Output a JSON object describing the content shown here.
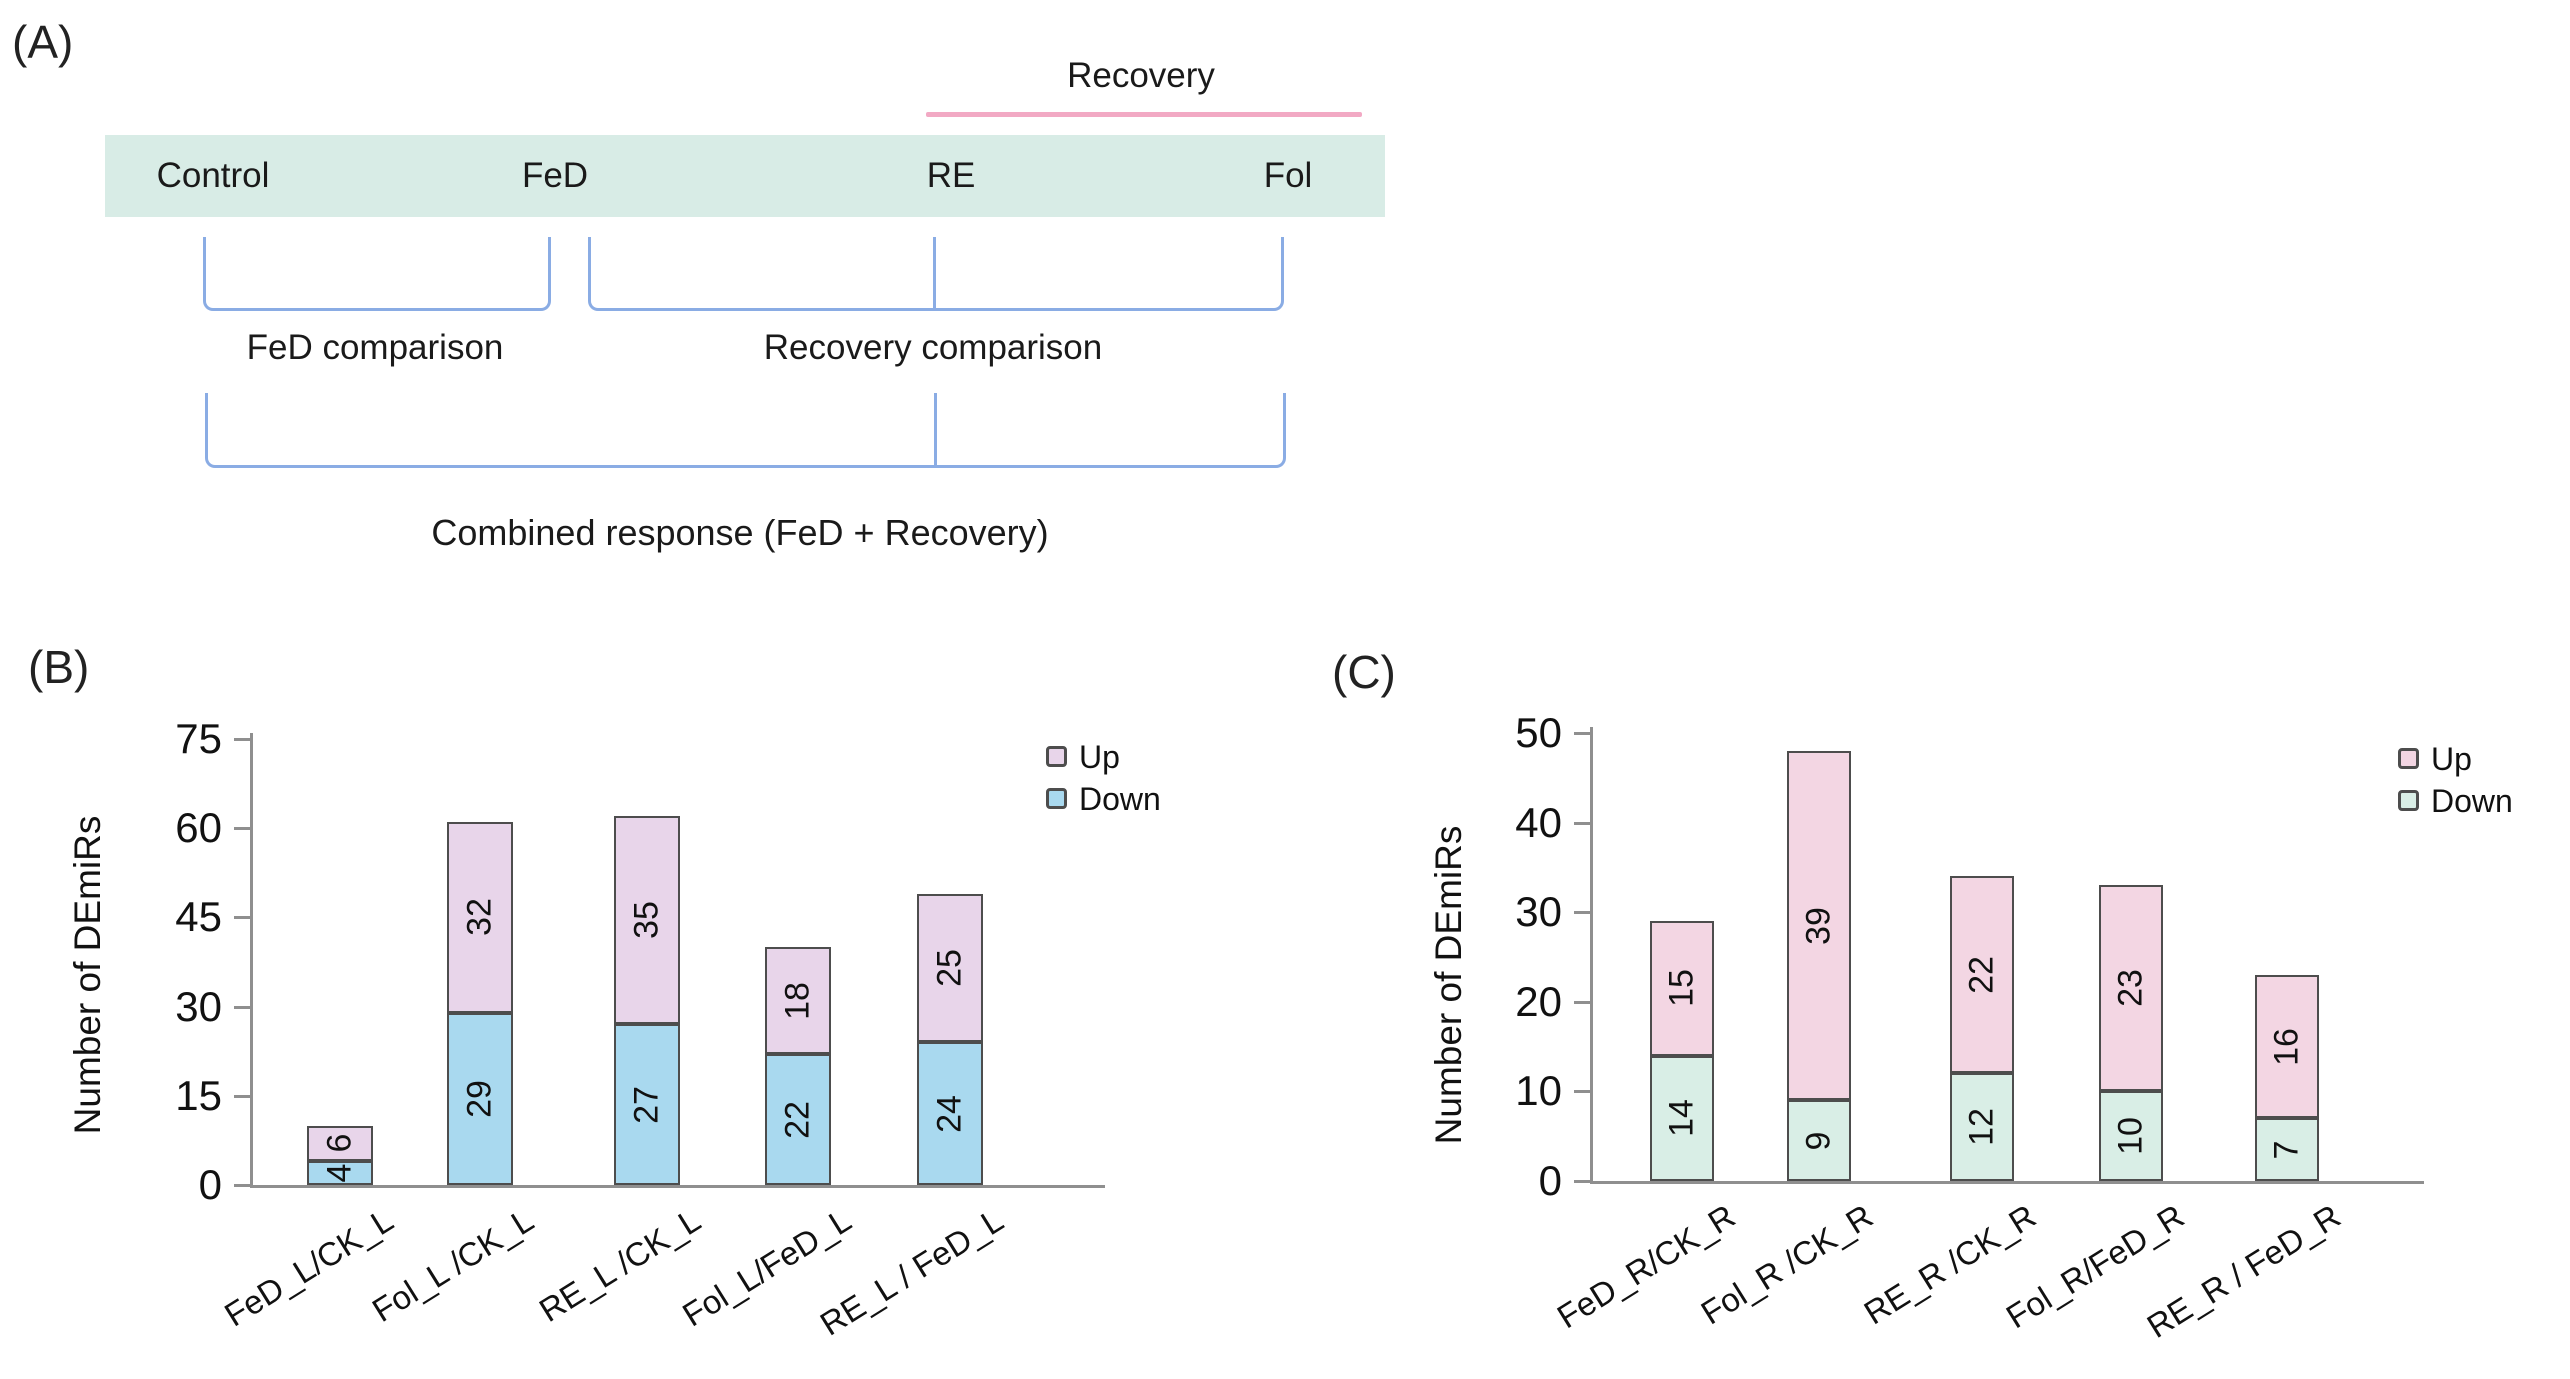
{
  "panel_a": {
    "label": "(A)",
    "recovery_label": "Recovery",
    "timeline": [
      "Control",
      "FeD",
      "RE",
      "Fol"
    ],
    "bracket_labels": [
      "FeD comparison",
      "Recovery comparison"
    ],
    "combined_label": "Combined response (FeD + Recovery)",
    "colors": {
      "banner": "#d8ece6",
      "recovery_line": "#f2a9c4",
      "bracket": "#8aace4"
    }
  },
  "chart_data": [
    {
      "id": "B",
      "panel_label": "(B)",
      "type": "bar",
      "stacked": true,
      "ylabel": "Number of DEmiRs",
      "ylim": [
        0,
        75
      ],
      "yticks": [
        0,
        15,
        30,
        45,
        60,
        75
      ],
      "grid": false,
      "legend_position": "top-right",
      "categories": [
        "FeD_L/CK_L",
        "Fol_L /CK_L",
        "RE_L /CK_L",
        "Fol_L/FeD_L",
        "RE_L / FeD_L"
      ],
      "series": [
        {
          "name": "Down",
          "color": "#a9d9ef",
          "values": [
            4,
            29,
            27,
            22,
            24
          ]
        },
        {
          "name": "Up",
          "color": "#e8d5ea",
          "values": [
            6,
            32,
            35,
            18,
            25
          ]
        }
      ],
      "legend": [
        {
          "name": "Up",
          "color": "#e8d5ea"
        },
        {
          "name": "Down",
          "color": "#a9d9ef"
        }
      ]
    },
    {
      "id": "C",
      "panel_label": "(C)",
      "type": "bar",
      "stacked": true,
      "ylabel": "Number of DEmiRs",
      "ylim": [
        0,
        50
      ],
      "yticks": [
        0,
        10,
        20,
        30,
        40,
        50
      ],
      "grid": false,
      "legend_position": "top-right",
      "categories": [
        "FeD_R/CK_R",
        "Fol_R /CK_R",
        "RE_R /CK_R",
        "Fol_R/FeD_R",
        "RE_R / FeD_R"
      ],
      "series": [
        {
          "name": "Down",
          "color": "#d9eee6",
          "values": [
            14,
            9,
            12,
            10,
            7
          ]
        },
        {
          "name": "Up",
          "color": "#f3d6e3",
          "values": [
            15,
            39,
            22,
            23,
            16
          ]
        }
      ],
      "legend": [
        {
          "name": "Up",
          "color": "#f3d6e3"
        },
        {
          "name": "Down",
          "color": "#d9eee6"
        }
      ]
    }
  ]
}
